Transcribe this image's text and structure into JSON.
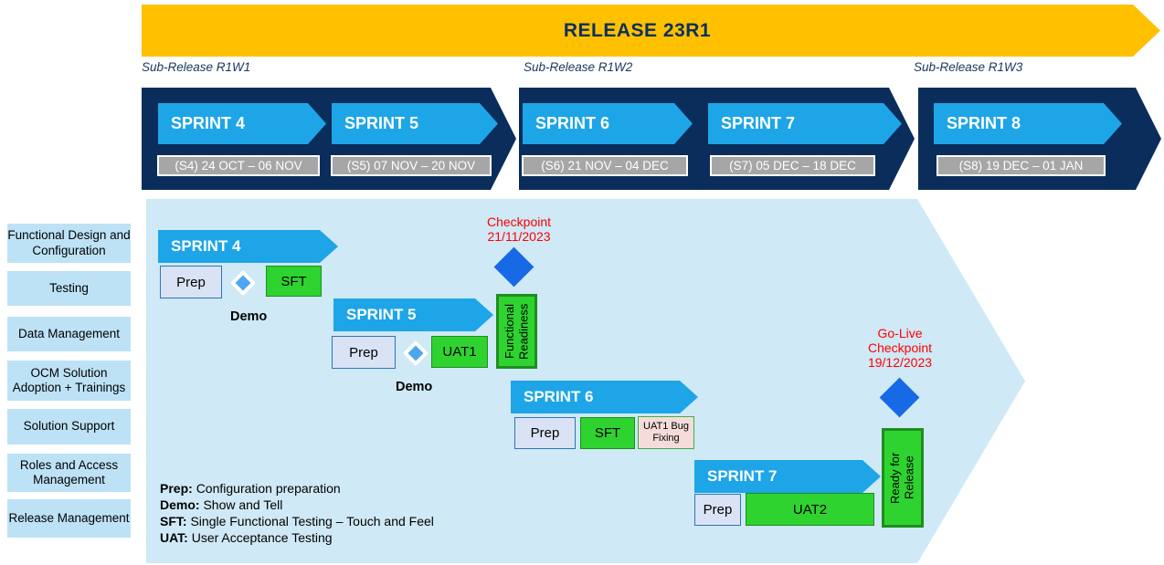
{
  "colors": {
    "gold": "#FFC000",
    "navy": "#0B2D5B",
    "sprint_blue": "#1EA5E8",
    "main_bg_blue": "#CFE9F6",
    "sidebar_blue": "#BDE2F6",
    "green": "#2FD330",
    "green_border": "#1E8E1E",
    "prep_fill": "#DAE3F5",
    "prep_border": "#2E75B6",
    "pink": "#F5DCDB",
    "date_gray": "#A6A6A6",
    "milestone_blue": "#1869E6",
    "demo_diamond_blue": "#4EA6F0",
    "checkpoint_red": "#FF0000"
  },
  "release_banner": {
    "title": "RELEASE 23R1"
  },
  "sub_releases": [
    {
      "label": "Sub-Release R1W1"
    },
    {
      "label": "Sub-Release R1W2"
    },
    {
      "label": "Sub-Release R1W3"
    }
  ],
  "sprint_bands": [
    {
      "sprints": [
        {
          "name": "SPRINT 4",
          "dates": "(S4) 24 OCT – 06 NOV"
        },
        {
          "name": "SPRINT 5",
          "dates": "(S5) 07 NOV – 20 NOV"
        }
      ]
    },
    {
      "sprints": [
        {
          "name": "SPRINT 6",
          "dates": "(S6) 21 NOV – 04 DEC"
        },
        {
          "name": "SPRINT 7",
          "dates": "(S7) 05 DEC – 18 DEC"
        }
      ]
    },
    {
      "sprints": [
        {
          "name": "SPRINT 8",
          "dates": "(S8) 19 DEC – 01 JAN"
        }
      ]
    }
  ],
  "workstreams": [
    "Functional Design and Configuration",
    "Testing",
    "Data Management",
    "OCM Solution Adoption + Trainings",
    "Solution Support",
    "Roles and Access Management",
    "Release Management"
  ],
  "timeline": {
    "sprint4": {
      "title": "SPRINT 4",
      "prep": "Prep",
      "demo": "Demo",
      "sft": "SFT"
    },
    "sprint5": {
      "title": "SPRINT 5",
      "prep": "Prep",
      "demo": "Demo",
      "uat1": "UAT1"
    },
    "sprint6": {
      "title": "SPRINT 6",
      "prep": "Prep",
      "sft": "SFT",
      "uat1_bug_fixing": "UAT1 Bug Fixing"
    },
    "sprint7": {
      "title": "SPRINT 7",
      "prep": "Prep",
      "uat2": "UAT2"
    },
    "milestones": {
      "checkpoint": {
        "line1": "Checkpoint",
        "line2": "21/11/2023"
      },
      "golive": {
        "line1": "Go-Live",
        "line2": "Checkpoint",
        "line3": "19/12/2023"
      },
      "functional_readiness": "Functional Readiness",
      "ready_for_release": "Ready for Release"
    }
  },
  "legend": [
    {
      "term": "Prep:",
      "desc": "Configuration preparation"
    },
    {
      "term": "Demo:",
      "desc": "Show and Tell"
    },
    {
      "term": "SFT:",
      "desc": "Single Functional Testing – Touch and Feel"
    },
    {
      "term": "UAT:",
      "desc": "User Acceptance Testing"
    }
  ]
}
